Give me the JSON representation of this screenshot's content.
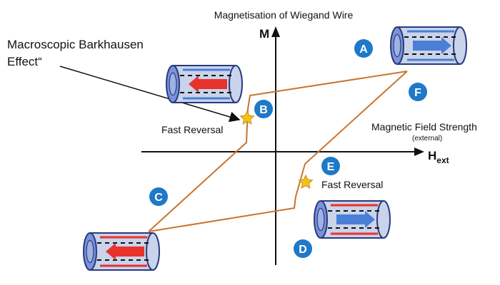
{
  "title": "Magnetisation of Wiegand Wire",
  "annotation": {
    "line1": "Macroscopic Barkhausen",
    "line2": "Effect“"
  },
  "y_axis": {
    "label": "M"
  },
  "x_axis": {
    "label_main": "H",
    "label_sub": "ext",
    "caption_line1": "Magnetic Field Strength",
    "caption_line2": "(external)"
  },
  "reversal_labels": {
    "upper": "Fast Reversal",
    "lower": "Fast Reversal"
  },
  "markers": {
    "A": "A",
    "B": "B",
    "C": "C",
    "D": "D",
    "E": "E",
    "F": "F"
  },
  "colors": {
    "loop": "#c8752f",
    "marker": "#1f78c8",
    "star": "#f2c21a",
    "star_stroke": "#c8900c",
    "cylinder_body": "#c9d3ea",
    "cylinder_face": "#7b92d8",
    "cylinder_stroke": "#2a3a7c",
    "arrow_core_red": "#e8322c",
    "arrow_core_blue": "#4a7fd6",
    "shell_stripe_red": "#e8322c",
    "shell_stripe_blue": "#4a7fd6",
    "axis": "#111111"
  },
  "wires": {
    "A": {
      "core": "right",
      "shell": "right"
    },
    "B": {
      "core": "left",
      "shell": "right"
    },
    "C": {
      "core": "left",
      "shell": "left"
    },
    "D": {
      "core": "right",
      "shell": "left"
    }
  }
}
